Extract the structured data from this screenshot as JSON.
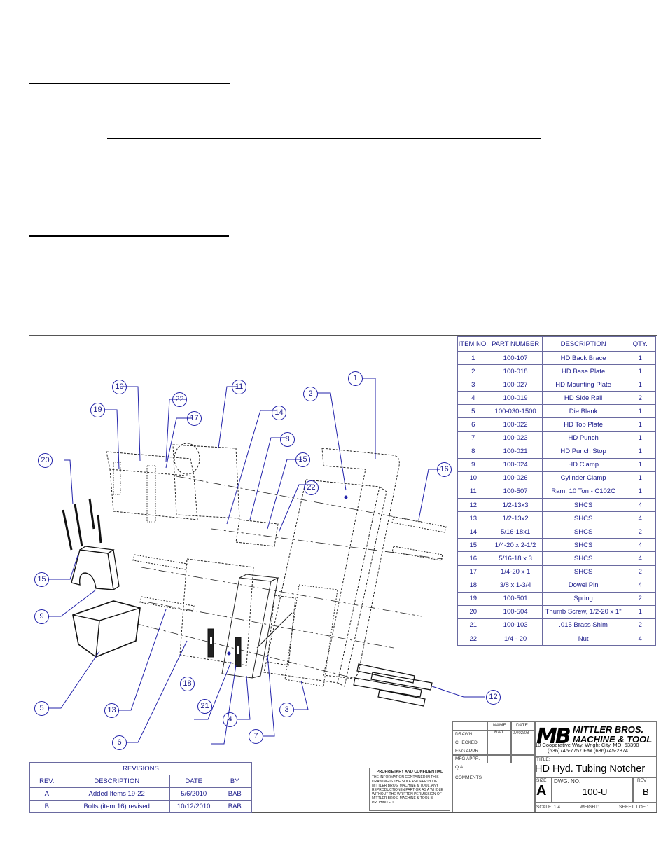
{
  "bom": {
    "headers": {
      "item": "ITEM NO.",
      "part": "PART NUMBER",
      "desc": "DESCRIPTION",
      "qty": "QTY."
    },
    "rows": [
      {
        "item": "1",
        "part": "100-107",
        "desc": "HD Back Brace",
        "qty": "1"
      },
      {
        "item": "2",
        "part": "100-018",
        "desc": "HD Base Plate",
        "qty": "1"
      },
      {
        "item": "3",
        "part": "100-027",
        "desc": "HD Mounting Plate",
        "qty": "1"
      },
      {
        "item": "4",
        "part": "100-019",
        "desc": "HD Side Rail",
        "qty": "2"
      },
      {
        "item": "5",
        "part": "100-030-1500",
        "desc": "Die Blank",
        "qty": "1"
      },
      {
        "item": "6",
        "part": "100-022",
        "desc": "HD Top Plate",
        "qty": "1"
      },
      {
        "item": "7",
        "part": "100-023",
        "desc": "HD Punch",
        "qty": "1"
      },
      {
        "item": "8",
        "part": "100-021",
        "desc": "HD Punch Stop",
        "qty": "1"
      },
      {
        "item": "9",
        "part": "100-024",
        "desc": "HD Clamp",
        "qty": "1"
      },
      {
        "item": "10",
        "part": "100-026",
        "desc": "Cylinder Clamp",
        "qty": "1"
      },
      {
        "item": "11",
        "part": "100-507",
        "desc": "Ram, 10 Ton - C102C",
        "qty": "1"
      },
      {
        "item": "12",
        "part": "1/2-13x3",
        "desc": "SHCS",
        "qty": "4"
      },
      {
        "item": "13",
        "part": "1/2-13x2",
        "desc": "SHCS",
        "qty": "4"
      },
      {
        "item": "14",
        "part": "5/16-18x1",
        "desc": "SHCS",
        "qty": "2"
      },
      {
        "item": "15",
        "part": "1/4-20 x 2-1/2",
        "desc": "SHCS",
        "qty": "4"
      },
      {
        "item": "16",
        "part": "5/16-18 x 3",
        "desc": "SHCS",
        "qty": "4"
      },
      {
        "item": "17",
        "part": "1/4-20 x 1",
        "desc": "SHCS",
        "qty": "2"
      },
      {
        "item": "18",
        "part": "3/8 x 1-3/4",
        "desc": "Dowel Pin",
        "qty": "4"
      },
      {
        "item": "19",
        "part": "100-501",
        "desc": "Spring",
        "qty": "2"
      },
      {
        "item": "20",
        "part": "100-504",
        "desc": "Thumb Screw, 1/2-20 x 1\"",
        "qty": "1"
      },
      {
        "item": "21",
        "part": "100-103",
        "desc": ".015 Brass Shim",
        "qty": "2"
      },
      {
        "item": "22",
        "part": "1/4 - 20",
        "desc": "Nut",
        "qty": "4"
      }
    ]
  },
  "balloons": [
    "1",
    "2",
    "3",
    "4",
    "5",
    "6",
    "7",
    "8",
    "9",
    "10",
    "11",
    "12",
    "13",
    "14",
    "15",
    "15",
    "16",
    "17",
    "18",
    "19",
    "20",
    "21",
    "22",
    "22"
  ],
  "revisions": {
    "title": "REVISIONS",
    "headers": {
      "rev": "REV.",
      "desc": "DESCRIPTION",
      "date": "DATE",
      "by": "BY"
    },
    "rows": [
      {
        "rev": "A",
        "desc": "Added Items 19-22",
        "date": "5/6/2010",
        "by": "BAB"
      },
      {
        "rev": "B",
        "desc": "Bolts (item 16) revised",
        "date": "10/12/2010",
        "by": "BAB"
      }
    ]
  },
  "proprietary": {
    "title": "PROPRIETARY AND CONFIDENTIAL",
    "text": "THE INFORMATION CONTAINED IN THIS DRAWING IS THE SOLE PROPERTY OF MITTLER BROS. MACHINE & TOOL. ANY REPRODUCTION IN PART OR AS A WHOLE WITHOUT THE WRITTEN PERMISSION OF MITTLER BROS. MACHINE & TOOL IS PROHIBITED."
  },
  "titleblock": {
    "name_label": "NAME",
    "date_label": "DATE",
    "drawn_label": "DRAWN",
    "drawn_name": "RAJ",
    "drawn_date": "07/02/08",
    "checked_label": "CHECKED",
    "eng_label": "ENG APPR.",
    "mfg_label": "MFG APPR.",
    "qa_label": "Q.A.",
    "comments_label": "COMMENTS",
    "logo_mark": "MB",
    "company_line1": "MITTLER BROS.",
    "company_line2": "MACHINE & TOOL",
    "address": "10 Cooperative Way, Wright City, MO. 63390",
    "phone": "(636)745-7757  Fax (636)745-2874",
    "title_label": "TITLE:",
    "title": "HD Hyd. Tubing Notcher",
    "size_label": "SIZE",
    "size": "A",
    "dwgno_label": "DWG.  NO.",
    "dwgno": "100-U",
    "rev_label": "REV",
    "rev": "B",
    "scale": "SCALE: 1:4",
    "weight": "WEIGHT:",
    "sheet": "SHEET 1 OF 1"
  }
}
